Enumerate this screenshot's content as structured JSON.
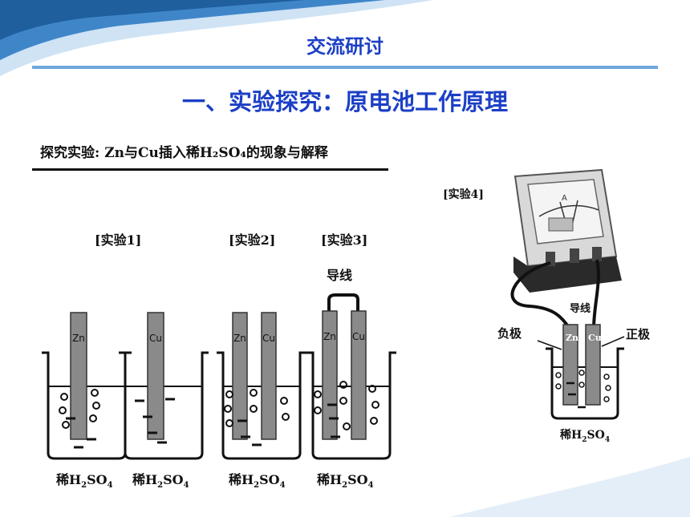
{
  "header": {
    "title": "交流研讨"
  },
  "subtitle": "一、实验探究：原电池工作原理",
  "experiment_heading": "探究实验: Zn与Cu插入稀H₂SO₄的现象与解释",
  "experiments": [
    {
      "label": "[实验1]",
      "electrodes": [
        "Zn"
      ],
      "acid": {
        "prefix": "稀H",
        "sub1": "2",
        "mid": "SO",
        "sub2": "4"
      }
    },
    {
      "label": "[实验1]",
      "electrodes": [
        "Cu"
      ],
      "acid": {
        "prefix": "稀H",
        "sub1": "2",
        "mid": "SO",
        "sub2": "4"
      }
    },
    {
      "label": "[实验2]",
      "electrodes": [
        "Zn",
        "Cu"
      ],
      "acid": {
        "prefix": "稀H",
        "sub1": "2",
        "mid": "SO",
        "sub2": "4"
      }
    },
    {
      "label": "[实验3]",
      "wire": "导线",
      "electrodes": [
        "Zn",
        "Cu"
      ],
      "acid": {
        "prefix": "稀H",
        "sub1": "2",
        "mid": "SO",
        "sub2": "4"
      }
    }
  ],
  "experiment4": {
    "label": "[实验4]",
    "wire": "导线",
    "negative": "负极",
    "positive": "正极",
    "zn": "Zn",
    "cu": "Cu",
    "meter_unit": "A",
    "acid": {
      "prefix": "稀H",
      "sub1": "2",
      "mid": "SO",
      "sub2": "4"
    }
  },
  "colors": {
    "title": "#1b3fc6",
    "rule": "#6fa8dc",
    "electrode": "#8a8a8a"
  }
}
